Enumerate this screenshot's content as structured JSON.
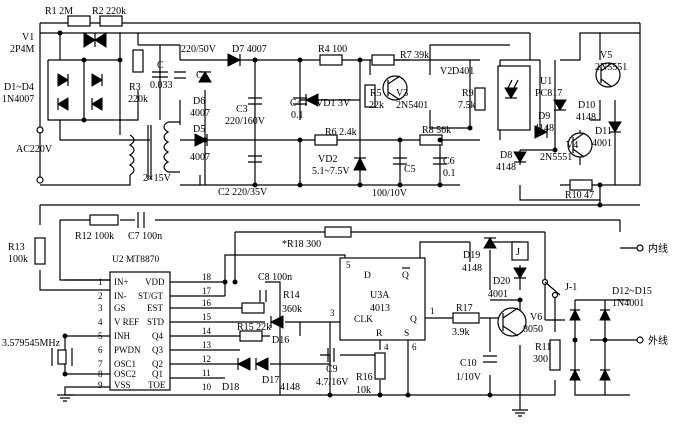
{
  "components": {
    "R1": "R1 2M",
    "R2": "R2 220k",
    "V1a": "V1",
    "V1b": "2P4M",
    "D1": "D1~D4",
    "D1b": "1N4007",
    "R3a": "R3",
    "R3b": "220k",
    "C": "C",
    "Cv": "0.033",
    "AC": "AC220V",
    "T": "2×15V",
    "C1a": "220/50V",
    "C1": "C1",
    "D7": "D7 4007",
    "R4": "R4 100",
    "R7": "R7 39k",
    "V2": "V2",
    "D401": "D401",
    "U1": "U1",
    "U1b": "PC817",
    "V5": "V5",
    "V5b": "2N5551",
    "D6": "D6",
    "D6b": "4007",
    "C3": "C3",
    "C3b": "220/160V",
    "C4": "C4",
    "C4b": "0.1",
    "VD1": "VD1 3V",
    "R5": "R5",
    "R5b": "22k",
    "V3": "V3",
    "V3b": "2N5401",
    "R9": "R9",
    "R9b": "7.5k",
    "D10": "D10",
    "D10b": "4148",
    "D9": "D9",
    "D9b": "4148",
    "D11": "D11",
    "D11b": "4001",
    "D5": "D5",
    "D5b": "4007",
    "R6": "R6 2.4k",
    "R8": "R8 56k",
    "V4": "V4",
    "V4b": "2N5551",
    "VD2": "VD2",
    "VD2b": "5.1~7.5V",
    "C5": "C5",
    "C6": "C6",
    "C6b": "0.1",
    "D8": "D8",
    "D8b": "4148",
    "C2": "C2 220/35V",
    "C5b": "100/10V",
    "R10": "R10 47",
    "R12": "R12 100k",
    "C7": "C7 100n",
    "R13": "R13",
    "R13b": "100k",
    "R18": "*R18 300",
    "U2": "U2 MT8870",
    "C8": "C8 100n",
    "R14": "R14",
    "R14b": "360k",
    "D19": "D19",
    "D19b": "4148",
    "J": "J",
    "D20": "D20",
    "D20b": "4001",
    "J1": "J-1",
    "D12": "D12~D15",
    "D12b": "1N4001",
    "R11": "R11",
    "R11b": "300",
    "U3A": "U3A",
    "U3Ab": "4013",
    "R17": "R17",
    "R17b": "3.9k",
    "V6": "V6",
    "V6b": "8050",
    "C10": "C10",
    "C10b": "1/10V",
    "R15": "R15 22k",
    "D16": "D16",
    "D17": "D17",
    "D17b": "4148",
    "D18": "D18",
    "C9": "C9",
    "C9b": "4.7/16V",
    "R16": "R16",
    "R16b": "10k",
    "xtal": "3.579545MHz",
    "inner_line": "内线",
    "outer_line": "外线"
  },
  "mt8870": {
    "left_pins": [
      "IN+",
      "IN-",
      "GS",
      "V REF",
      "INH",
      "PWDN",
      "OSC1",
      "OSC2",
      "VSS"
    ],
    "left_nums": [
      "1",
      "2",
      "3",
      "4",
      "5",
      "6",
      "7",
      "8",
      "9"
    ],
    "right_pins": [
      "VDD",
      "ST/GT",
      "EST",
      "STD",
      "Q4",
      "Q3",
      "Q2",
      "Q1",
      "TOE"
    ],
    "right_nums": [
      "18",
      "17",
      "16",
      "15",
      "14",
      "13",
      "12",
      "11",
      "10"
    ]
  },
  "u3a": {
    "d": "D",
    "q": "Q",
    "qbar": "Q",
    "clk": "CLK",
    "r": "R",
    "s": "S",
    "p5": "5",
    "p3": "3",
    "p1": "1",
    "p4": "4",
    "p6": "6"
  }
}
